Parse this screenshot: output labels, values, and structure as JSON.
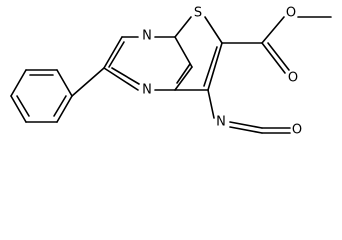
{
  "molecule": {
    "atoms": {
      "n_top": "N",
      "n_bottom": "N",
      "s_thiophene": "S",
      "o_ester_single": "O",
      "o_ester_double": "O",
      "n_isocyanate": "N",
      "o_isocyanate": "O"
    }
  }
}
